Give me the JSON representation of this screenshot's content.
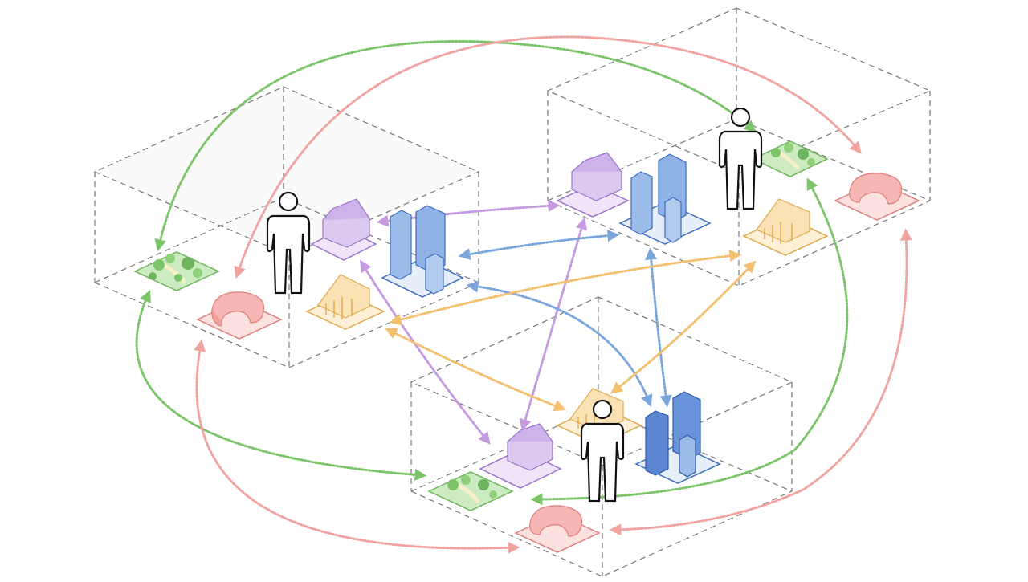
{
  "diagram": {
    "kind": "isometric-urban-network",
    "zones": [
      {
        "id": "zone-left",
        "agent": "person",
        "amenities": [
          "residential-house",
          "office-towers",
          "cultural-building",
          "park",
          "shopping-mall"
        ]
      },
      {
        "id": "zone-right",
        "agent": "person",
        "amenities": [
          "residential-house",
          "office-towers",
          "cultural-building",
          "park",
          "shopping-mall"
        ]
      },
      {
        "id": "zone-bottom",
        "agent": "person",
        "amenities": [
          "residential-house",
          "office-towers",
          "cultural-building",
          "park",
          "shopping-mall"
        ]
      }
    ],
    "connection_types": [
      {
        "amenity": "residential-house",
        "color": "#c59ae0"
      },
      {
        "amenity": "office-towers",
        "color": "#7aa6dc"
      },
      {
        "amenity": "cultural-building",
        "color": "#f2c06e"
      },
      {
        "amenity": "park",
        "color": "#7cc46a"
      },
      {
        "amenity": "shopping-mall",
        "color": "#f1a3a0"
      }
    ],
    "colors": {
      "box_edge": "#777777",
      "person_stroke": "#111111",
      "residential_fill": "#dcc9f0",
      "residential_stroke": "#9a76c9",
      "office_fill": "#9bbbe8",
      "office_stroke": "#3e6cc0",
      "cultural_fill": "#fbe2b5",
      "cultural_stroke": "#e0a94e",
      "park_fill": "#cdebc0",
      "park_stroke": "#6fb45e",
      "mall_fill": "#f6b7b4",
      "mall_stroke": "#e07e7b"
    }
  }
}
